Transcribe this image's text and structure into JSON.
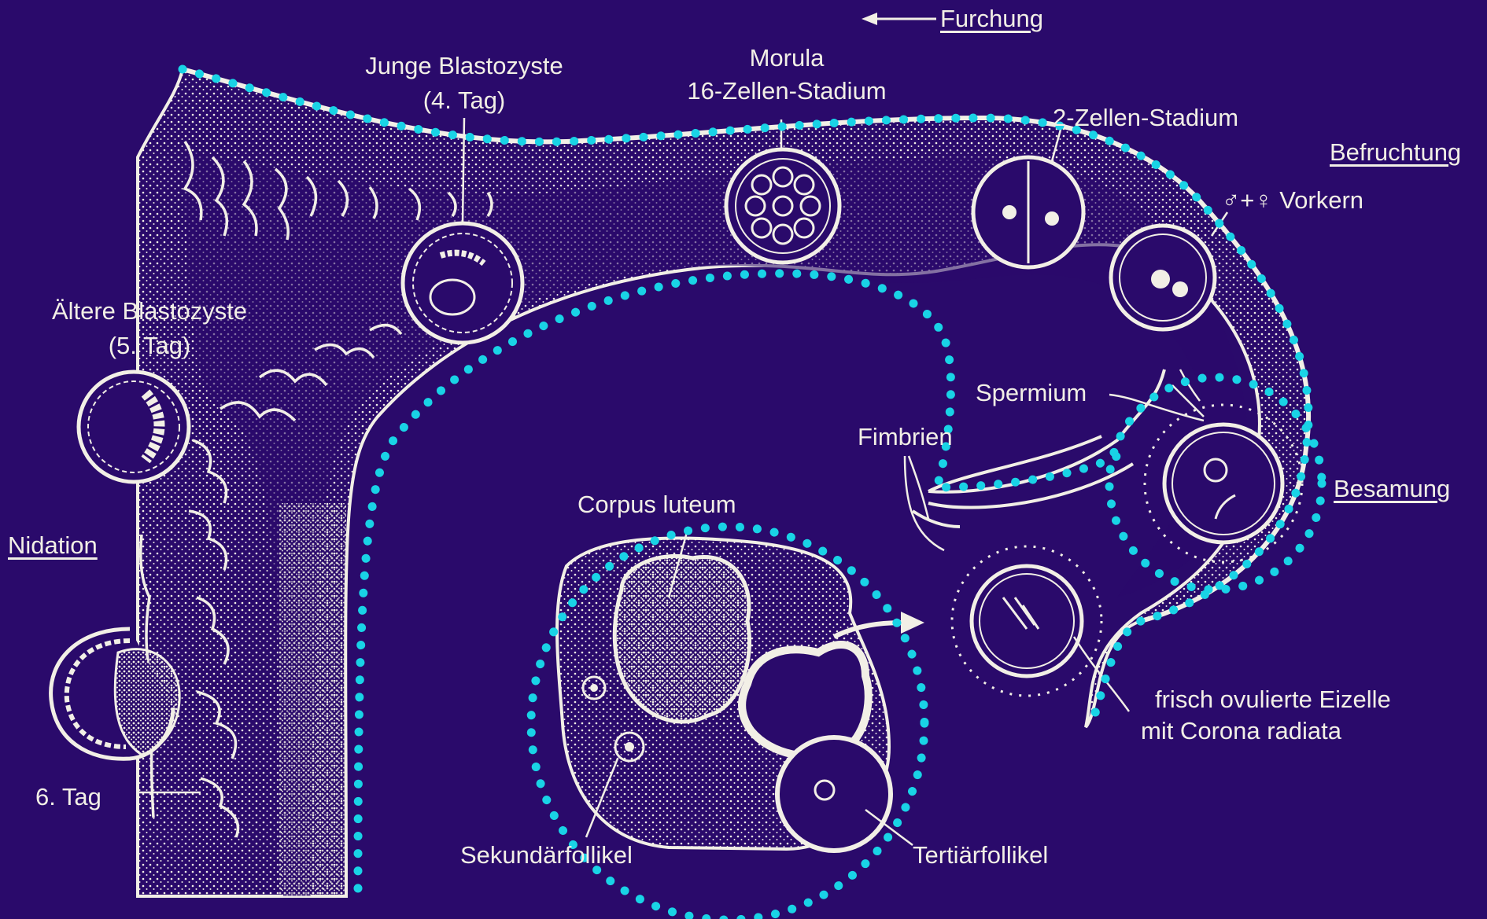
{
  "labels": {
    "furchung": "Furchung",
    "junge_blastozyste_1": "Junge Blastozyste",
    "junge_blastozyste_2": "(4. Tag)",
    "morula_1": "Morula",
    "morula_2": "16-Zellen-Stadium",
    "zwei_zellen": "2-Zellen-Stadium",
    "befruchtung": "Befruchtung",
    "vorkern": "♂+♀ Vorkern",
    "aeltere_blastozyste_1": "Ältere Blastozyste",
    "aeltere_blastozyste_2": "(5. Tag)",
    "spermium": "Spermium",
    "fimbrien": "Fimbrien",
    "besamung": "Besamung",
    "corpus_luteum": "Corpus luteum",
    "nidation": "Nidation",
    "sechster_tag": "6. Tag",
    "eizelle_1": "frisch ovulierte Eizelle",
    "eizelle_2": "mit Corona radiata",
    "sekundaerfollikel": "Sekundärfollikel",
    "tertiaerfollikel": "Tertiärfollikel"
  },
  "colors": {
    "background": "#2a0a6b",
    "line": "#f2efe6",
    "dotted_highlight": "#19d3e6"
  }
}
